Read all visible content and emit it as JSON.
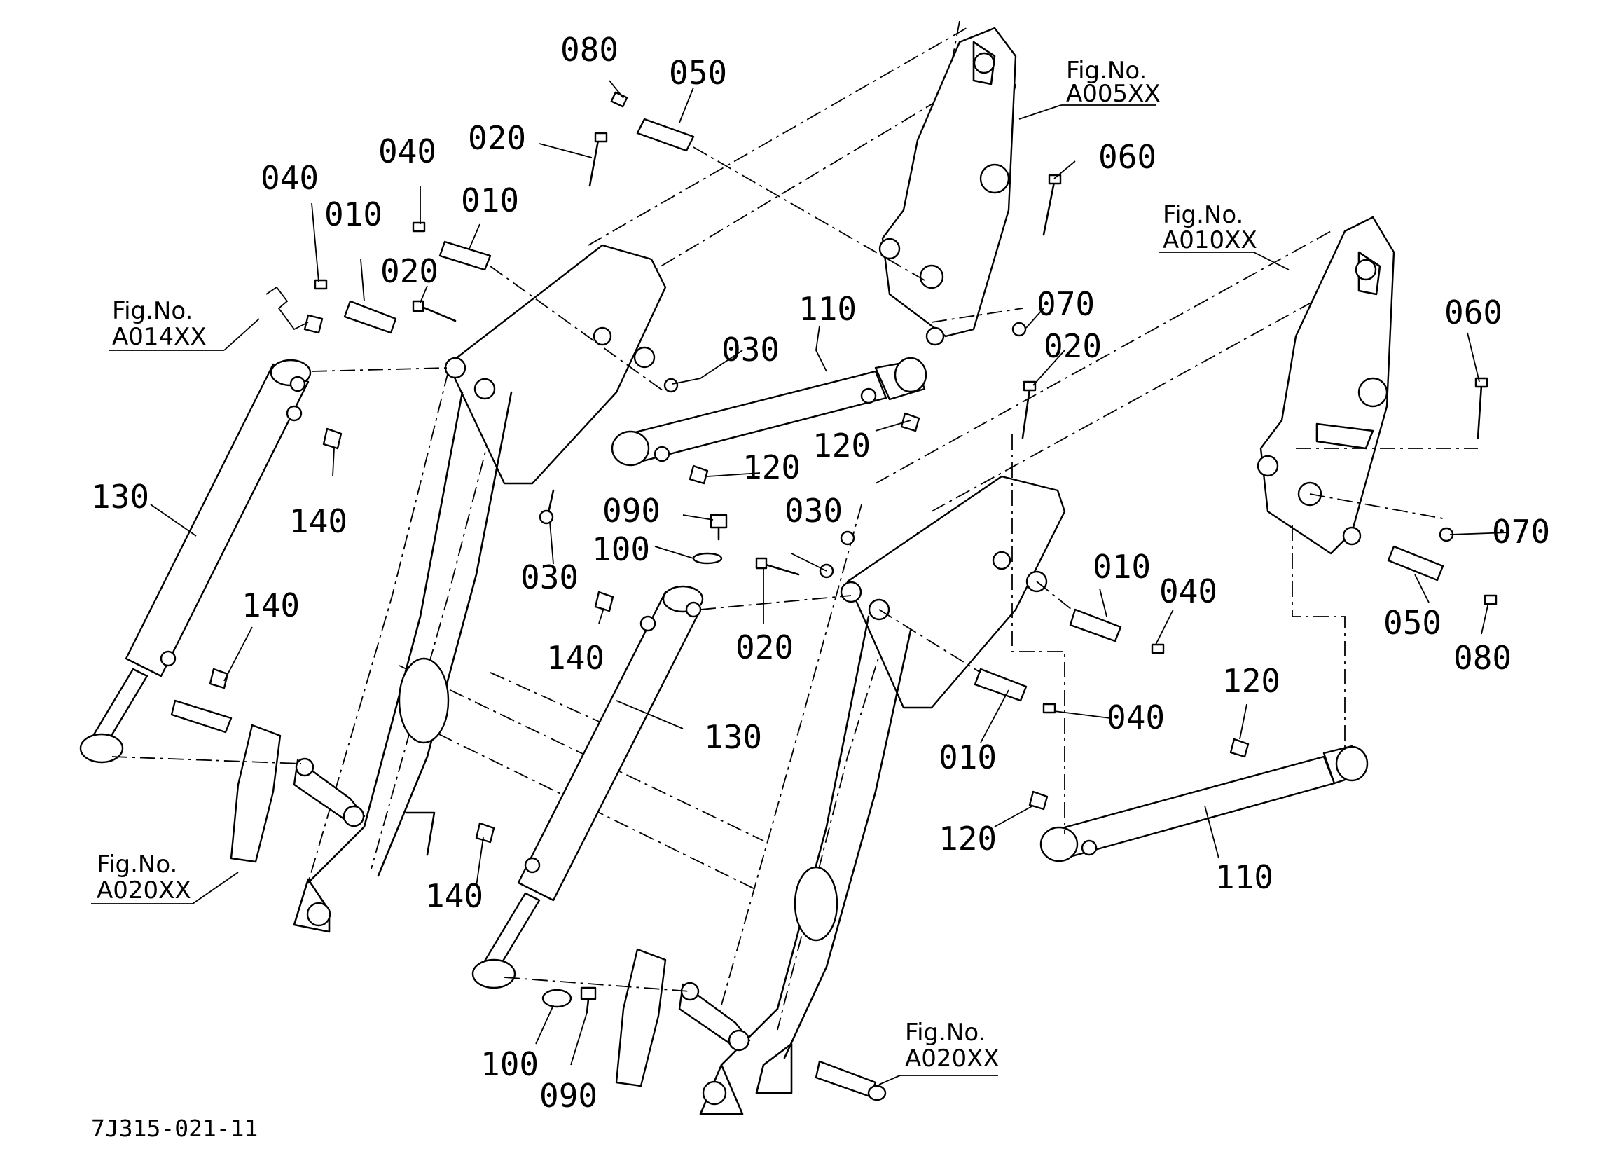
{
  "document_number": "7J315-021-11",
  "figure_refs": [
    {
      "id": "fig-a005",
      "label": "Fig.No.",
      "code": "A005XX"
    },
    {
      "id": "fig-a010",
      "label": "Fig.No.",
      "code": "A010XX"
    },
    {
      "id": "fig-a014",
      "label": "Fig.No.",
      "code": "A014XX"
    },
    {
      "id": "fig-a020-left",
      "label": "Fig.No.",
      "code": "A020XX"
    },
    {
      "id": "fig-a020-bottom",
      "label": "Fig.No.",
      "code": "A020XX"
    }
  ],
  "callouts": [
    {
      "part": "080"
    },
    {
      "part": "050"
    },
    {
      "part": "020"
    },
    {
      "part": "040"
    },
    {
      "part": "010"
    },
    {
      "part": "040"
    },
    {
      "part": "010"
    },
    {
      "part": "020"
    },
    {
      "part": "110"
    },
    {
      "part": "030"
    },
    {
      "part": "120"
    },
    {
      "part": "120"
    },
    {
      "part": "060"
    },
    {
      "part": "070"
    },
    {
      "part": "020"
    },
    {
      "part": "060"
    },
    {
      "part": "130"
    },
    {
      "part": "140"
    },
    {
      "part": "030"
    },
    {
      "part": "090"
    },
    {
      "part": "100"
    },
    {
      "part": "140"
    },
    {
      "part": "030"
    },
    {
      "part": "020"
    },
    {
      "part": "070"
    },
    {
      "part": "010"
    },
    {
      "part": "040"
    },
    {
      "part": "050"
    },
    {
      "part": "080"
    },
    {
      "part": "140"
    },
    {
      "part": "130"
    },
    {
      "part": "040"
    },
    {
      "part": "010"
    },
    {
      "part": "120"
    },
    {
      "part": "120"
    },
    {
      "part": "140"
    },
    {
      "part": "110"
    },
    {
      "part": "100"
    },
    {
      "part": "090"
    }
  ]
}
